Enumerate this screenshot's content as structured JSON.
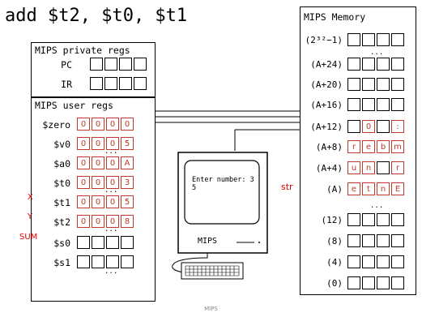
{
  "instruction": "add $t2, $t0, $t1",
  "private_regs": {
    "title": "MIPS private regs",
    "rows": [
      {
        "label": "PC",
        "cells": [
          "",
          "",
          "",
          ""
        ]
      },
      {
        "label": "IR",
        "cells": [
          "",
          "",
          "",
          ""
        ]
      }
    ]
  },
  "user_regs": {
    "title": "MIPS user regs",
    "ellipsis": "...",
    "rows": [
      {
        "label": "$zero",
        "cells": [
          "0",
          "0",
          "0",
          "0"
        ],
        "side": ""
      },
      {
        "label": "$v0",
        "cells": [
          "0",
          "0",
          "0",
          "5"
        ],
        "side": ""
      },
      {
        "label": "$a0",
        "cells": [
          "0",
          "0",
          "0",
          "A"
        ],
        "side": ""
      },
      {
        "label": "$t0",
        "cells": [
          "0",
          "0",
          "0",
          "3"
        ],
        "side": "X"
      },
      {
        "label": "$t1",
        "cells": [
          "0",
          "0",
          "0",
          "5"
        ],
        "side": "Y"
      },
      {
        "label": "$t2",
        "cells": [
          "0",
          "0",
          "0",
          "8"
        ],
        "side": "SUM"
      },
      {
        "label": "$s0",
        "cells": [
          "",
          "",
          "",
          ""
        ],
        "side": ""
      },
      {
        "label": "$s1",
        "cells": [
          "",
          "",
          "",
          ""
        ],
        "side": ""
      }
    ]
  },
  "memory": {
    "title": "MIPS Memory",
    "top_label": "(2³²−1)",
    "ellipsis": "...",
    "rows": [
      {
        "label": "(A+24)",
        "cells": [
          "",
          "",
          "",
          ""
        ]
      },
      {
        "label": "(A+20)",
        "cells": [
          "",
          "",
          "",
          ""
        ]
      },
      {
        "label": "(A+16)",
        "cells": [
          "",
          "",
          "",
          ""
        ]
      },
      {
        "label": "(A+12)",
        "cells": [
          "",
          "0",
          "",
          ":"
        ]
      },
      {
        "label": "(A+8)",
        "cells": [
          "r",
          "e",
          "b",
          "m"
        ]
      },
      {
        "label": "(A+4)",
        "cells": [
          "u",
          "n",
          "",
          "r"
        ]
      },
      {
        "label": "(A)",
        "cells": [
          "e",
          "t",
          "n",
          "E"
        ]
      },
      {
        "label": "(12)",
        "cells": [
          "",
          "",
          "",
          ""
        ]
      },
      {
        "label": "(8)",
        "cells": [
          "",
          "",
          "",
          ""
        ]
      },
      {
        "label": "(4)",
        "cells": [
          "",
          "",
          "",
          ""
        ]
      },
      {
        "label": "(0)",
        "cells": [
          "",
          "",
          "",
          ""
        ]
      }
    ],
    "str_label": "str"
  },
  "terminal": {
    "line1": "Enter number: 3",
    "line2": "5",
    "brand": "MIPS"
  },
  "caption": "MIPS"
}
